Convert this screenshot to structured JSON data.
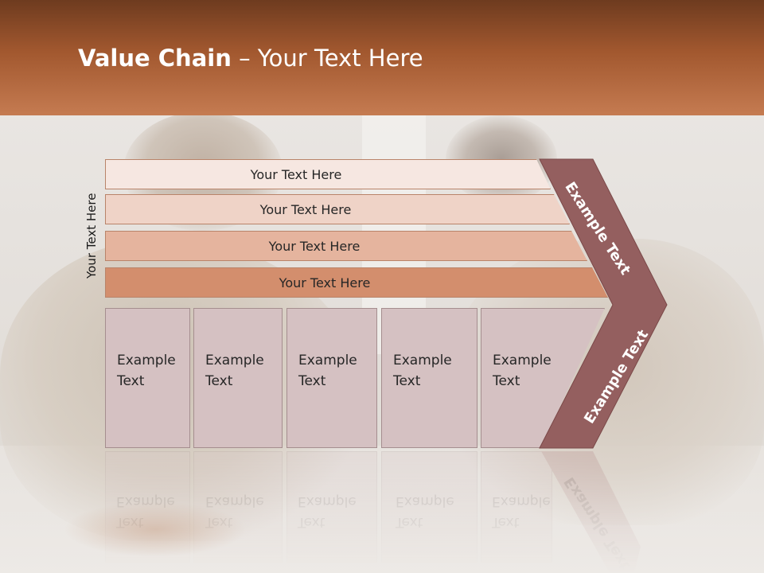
{
  "slide": {
    "title_bold": "Value Chain",
    "title_rest": " – Your Text Here",
    "vertical_label": "Your Text Here",
    "stripes": [
      "Your Text Here",
      "Your Text Here",
      "Your Text Here",
      "Your Text Here"
    ],
    "boxes": [
      {
        "line1": "Example",
        "line2": "Text"
      },
      {
        "line1": "Example",
        "line2": "Text"
      },
      {
        "line1": "Example",
        "line2": "Text"
      },
      {
        "line1": "Example",
        "line2": "Text"
      },
      {
        "line1": "Example",
        "line2": "Text"
      }
    ],
    "chevron_top_label": "Example Text",
    "chevron_bottom_label": "Example Text"
  },
  "colors": {
    "header_dark": "#6e3b1f",
    "header_light": "#c57b51",
    "chevron_fill": "#945f5f",
    "stripe_1": "#f6e7e1",
    "stripe_2": "#efd3c7",
    "stripe_3": "#e5b49e",
    "stripe_4": "#d38e6d",
    "box_fill": "#d5c1c2"
  }
}
